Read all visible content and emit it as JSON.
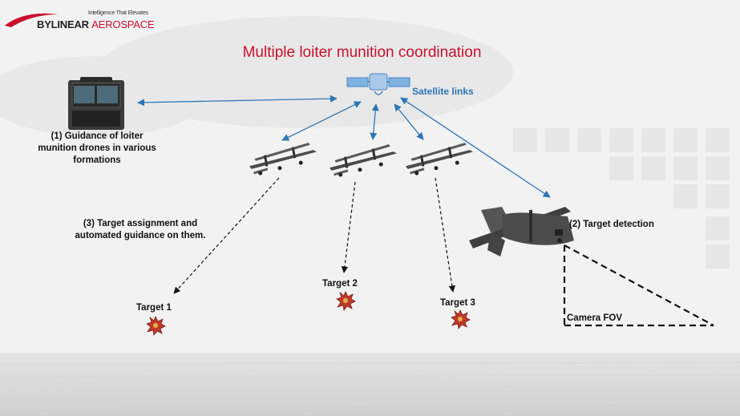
{
  "branding": {
    "tagline": "Intelligence That Elevates",
    "name_primary": "BYLINEAR",
    "name_secondary": "AEROSPACE"
  },
  "title": "Multiple loiter munition coordination",
  "labels": {
    "satellite_links": "Satellite links",
    "guidance": "(1) Guidance of loiter munition drones in various formations",
    "target_detection": "(2) Target detection",
    "target_assignment": "(3) Target assignment and automated guidance on them.",
    "camera_fov": "Camera FOV",
    "target_1": "Target 1",
    "target_2": "Target 2",
    "target_3": "Target 3"
  },
  "colors": {
    "title": "#c8102e",
    "link_arrow": "#2e75b6",
    "dashed_arrow": "#111111",
    "target_burst": "#c0392b"
  }
}
